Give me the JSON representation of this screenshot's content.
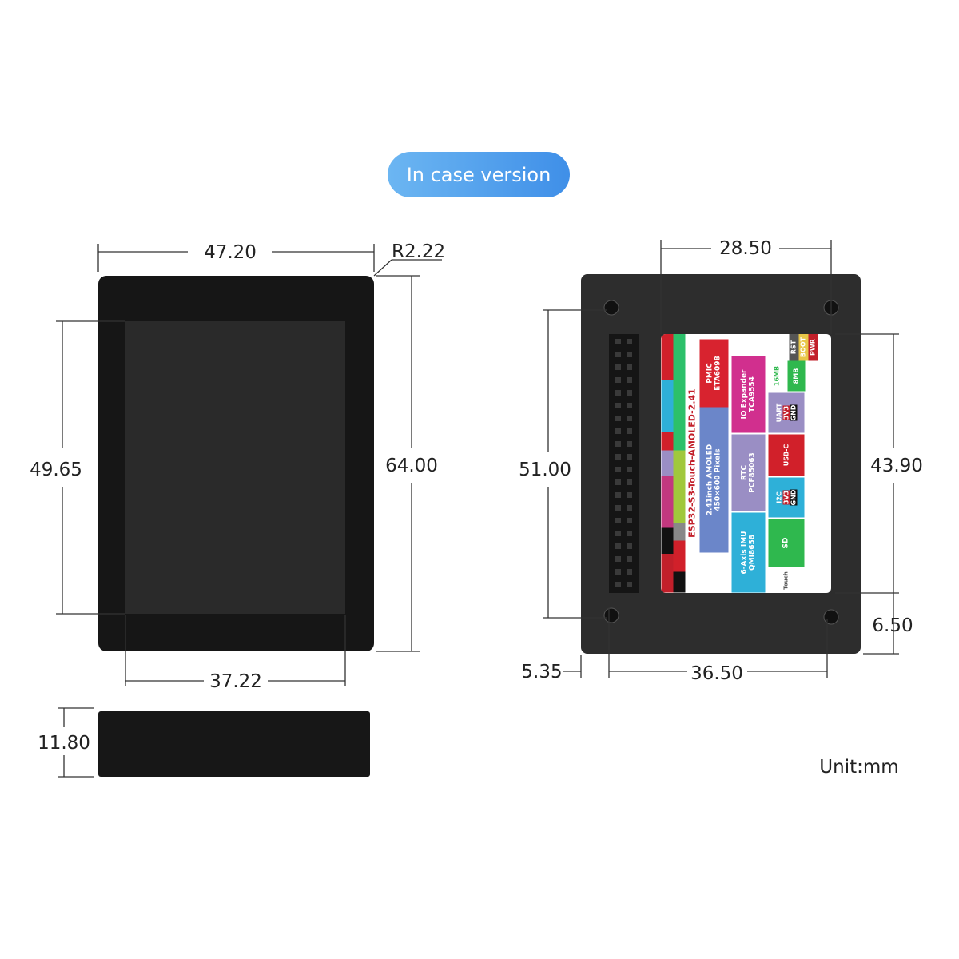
{
  "badge": "In case version",
  "unit": "Unit:mm",
  "front": {
    "width": "47.20",
    "radius": "R2.22",
    "screen_height": "49.65",
    "height": "64.00",
    "screen_width": "37.22"
  },
  "side": {
    "thickness": "11.80"
  },
  "back": {
    "top_width": "28.50",
    "left_height": "51.00",
    "right_height": "43.90",
    "bottom_margin": "6.50",
    "left_margin": "5.35",
    "bottom_width": "36.50"
  },
  "board_label": {
    "title": "ESP32-S3-Touch-AMOLED-2.41",
    "rst": "RST",
    "boot": "BOOT",
    "pwr": "PWR",
    "pmic": "PMIC",
    "pmic_chip": "ETA6098",
    "io": "IO Expander",
    "io_chip": "TCA9554",
    "display": "2.41inch AMOLED",
    "display_res": "450×600 Pixels",
    "rtc": "RTC",
    "rtc_chip": "PCF85063",
    "imu": "6-Axis IMU",
    "imu_chip": "QMI8658",
    "flash": "16MB",
    "psram": "8MB",
    "uart": "UART",
    "v33a": "3V3",
    "gnda": "GND",
    "usb": "USB-C",
    "i2c": "I2C",
    "v33b": "3V3",
    "gndb": "GND",
    "sd": "SD",
    "touch": "Touch"
  },
  "colors": {
    "badge": "#4a9bec",
    "device": "#1a1a1a",
    "case": "#2b2b2b"
  }
}
